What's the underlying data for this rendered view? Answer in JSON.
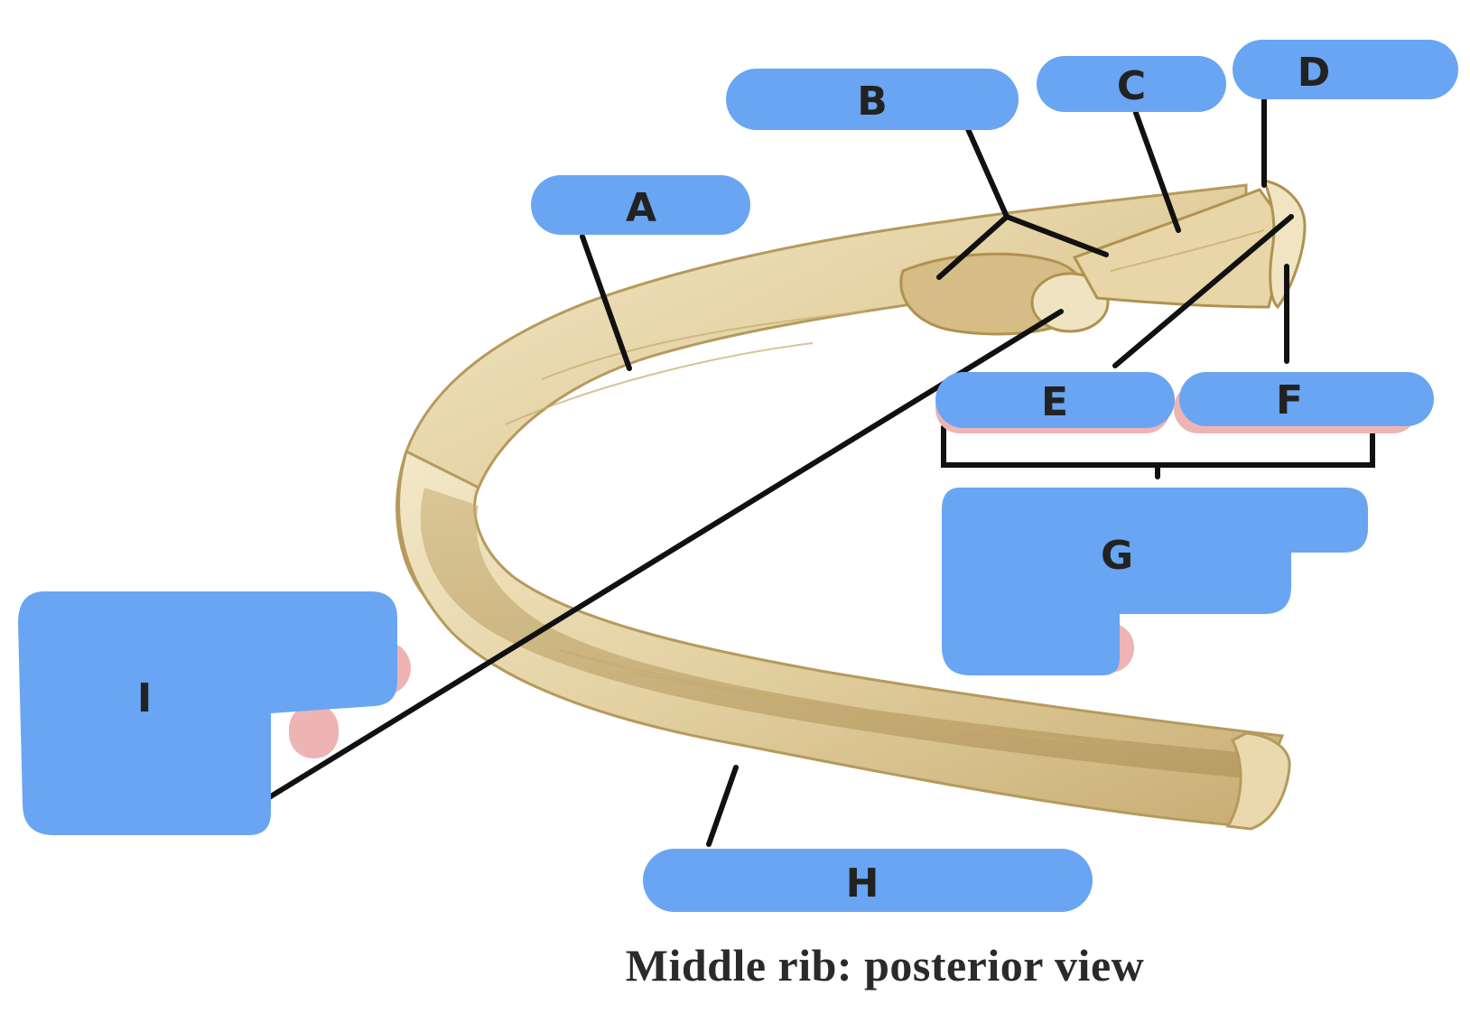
{
  "caption": "Middle rib: posterior view",
  "labels": [
    {
      "id": "A",
      "text": "A"
    },
    {
      "id": "B",
      "text": "B"
    },
    {
      "id": "C",
      "text": "C"
    },
    {
      "id": "D",
      "text": "D"
    },
    {
      "id": "E",
      "text": "E"
    },
    {
      "id": "F",
      "text": "F"
    },
    {
      "id": "G",
      "text": "G"
    },
    {
      "id": "H",
      "text": "H"
    },
    {
      "id": "I",
      "text": "I"
    }
  ],
  "colors": {
    "label_fill": "#69a5f2",
    "label_shadow": "#eeb4b4",
    "bone_light": "#efe2bf",
    "bone_mid": "#d9c391",
    "bone_dark": "#b89c5e",
    "leader_line": "#111111"
  }
}
